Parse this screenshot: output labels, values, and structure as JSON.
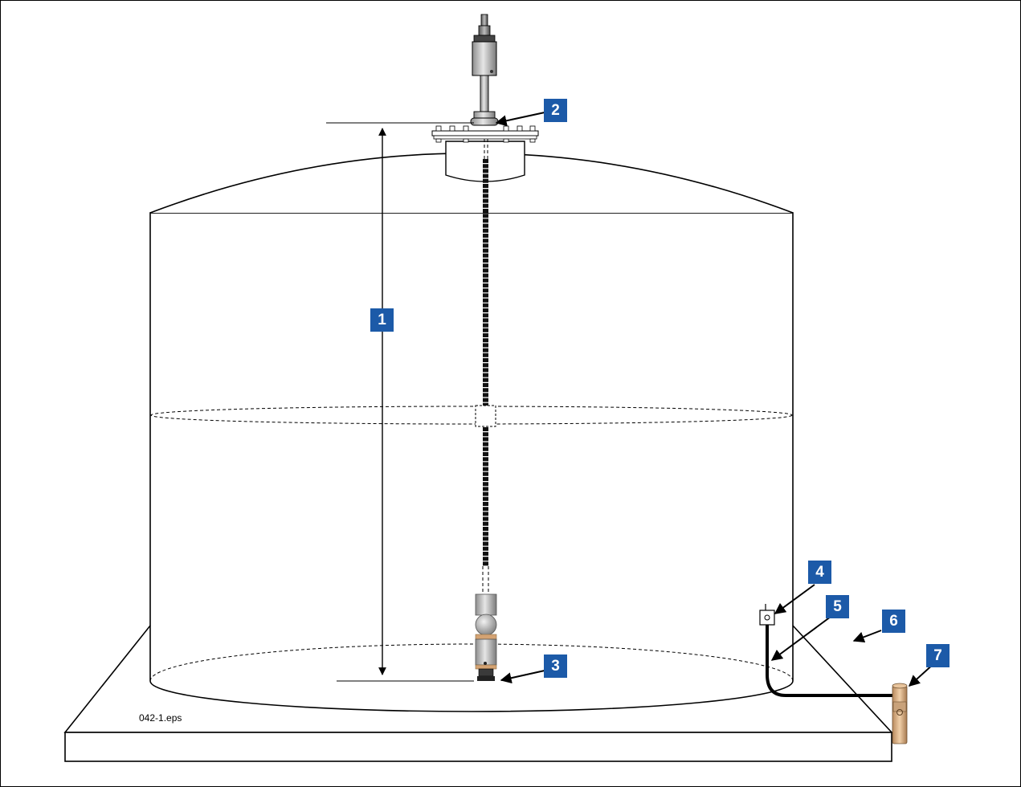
{
  "figure": {
    "file_label": "042-1.eps",
    "callouts": [
      {
        "id": "1",
        "label": "1"
      },
      {
        "id": "2",
        "label": "2"
      },
      {
        "id": "3",
        "label": "3"
      },
      {
        "id": "4",
        "label": "4"
      },
      {
        "id": "5",
        "label": "5"
      },
      {
        "id": "6",
        "label": "6"
      },
      {
        "id": "7",
        "label": "7"
      }
    ],
    "colors": {
      "callout_blue": "#1c5aa8",
      "ground_rod": "#d9b48c",
      "probe_steel": "#b5b5b5",
      "probe_band": "#d4a373",
      "line": "#000000"
    }
  }
}
